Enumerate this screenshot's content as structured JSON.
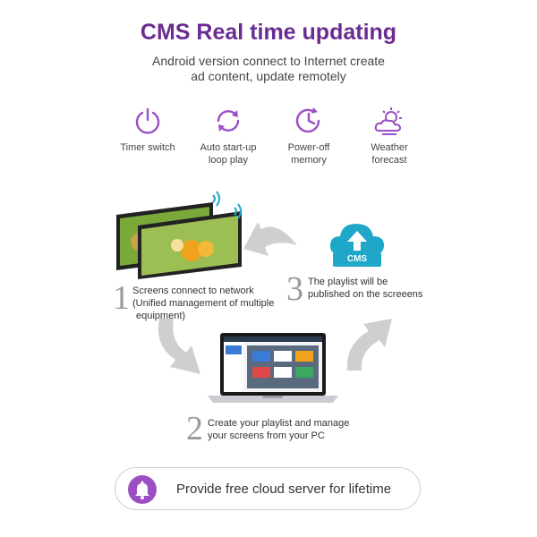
{
  "header": {
    "title": "CMS Real time updating",
    "subtitle_line1": "Android version connect to Internet create",
    "subtitle_line2": "ad content, update remotely"
  },
  "features": [
    {
      "label_line1": "Timer switch",
      "label_line2": "",
      "icon": "power-icon"
    },
    {
      "label_line1": "Auto start-up",
      "label_line2": "loop play",
      "icon": "loop-icon"
    },
    {
      "label_line1": "Power-off",
      "label_line2": "memory",
      "icon": "clock-icon"
    },
    {
      "label_line1": "Weather",
      "label_line2": "forecast",
      "icon": "weather-icon"
    }
  ],
  "steps": [
    {
      "number": "1",
      "line1": "Screens connect to network",
      "line2": "(Unified management of multiple",
      "line3": "equipment)"
    },
    {
      "number": "2",
      "line1": "Create your playlist and manage",
      "line2": "your screens from your PC"
    },
    {
      "number": "3",
      "line1": "The playlist will be",
      "line2": "published on the screeens"
    }
  ],
  "cloud": {
    "badge": "CMS"
  },
  "footer": {
    "text": "Provide free cloud server for lifetime",
    "icon": "bell-icon"
  },
  "colors": {
    "accent": "#6a2c91",
    "icon": "#9b4fc4",
    "cloud": "#1ea7c8",
    "arrow": "#c8c8c8"
  }
}
